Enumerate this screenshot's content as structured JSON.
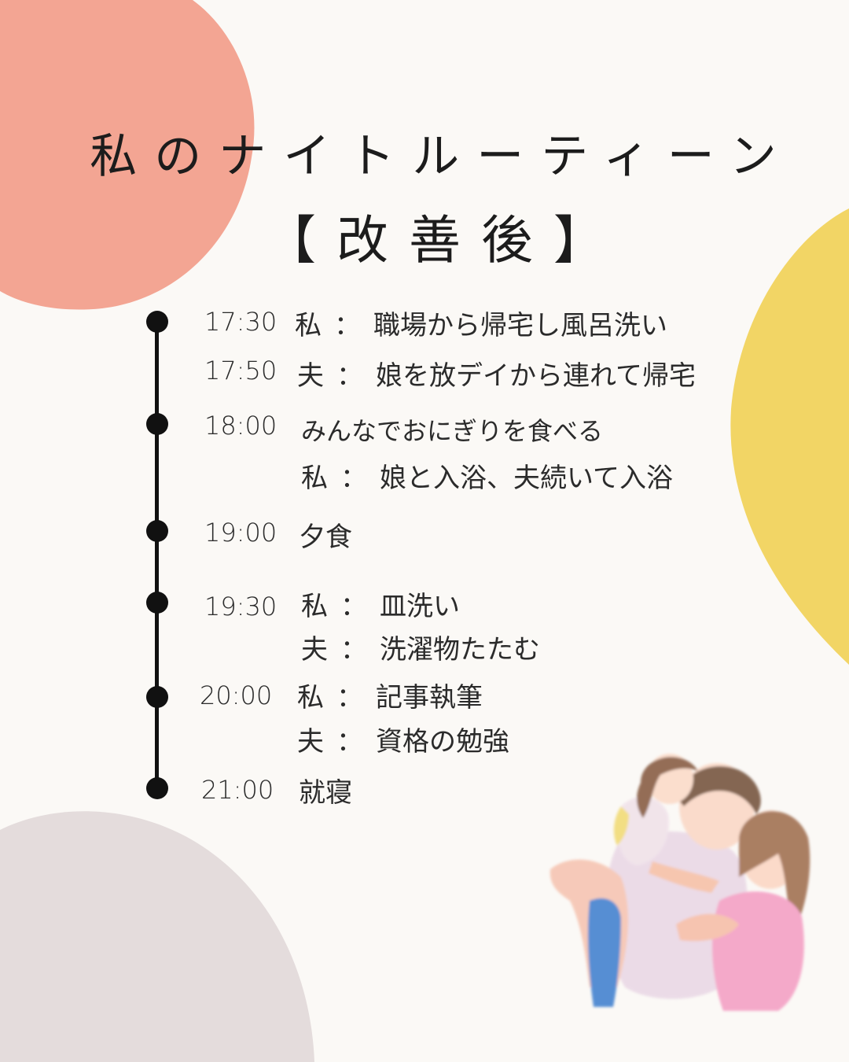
{
  "title": {
    "main": "私のナイトルーティーン",
    "sub": "【改善後】"
  },
  "colors": {
    "background": "#fbf9f6",
    "salmon": "#f3a593",
    "yellow": "#f2d565",
    "grey": "#e4dcdc",
    "line": "#111111"
  },
  "schedule": [
    {
      "time": "17:30",
      "lines": [
        {
          "who": "私",
          "sep": "：",
          "text": "職場から帰宅し風呂洗い"
        }
      ]
    },
    {
      "time": "17:50",
      "lines": [
        {
          "who": "夫",
          "sep": "：",
          "text": "娘を放デイから連れて帰宅"
        }
      ]
    },
    {
      "time": "18:00",
      "lines": [
        {
          "who": "",
          "sep": "",
          "text": "みんなでおにぎりを食べる"
        },
        {
          "who": "私",
          "sep": "：",
          "text": "娘と入浴、夫続いて入浴"
        }
      ]
    },
    {
      "time": "19:00",
      "lines": [
        {
          "who": "",
          "sep": "",
          "text": "夕食"
        }
      ]
    },
    {
      "time": "19:30",
      "lines": [
        {
          "who": "私",
          "sep": "：",
          "text": "皿洗い"
        },
        {
          "who": "夫",
          "sep": "：",
          "text": "洗濯物たたむ"
        }
      ]
    },
    {
      "time": "20:00",
      "lines": [
        {
          "who": "私",
          "sep": "：",
          "text": "記事執筆"
        },
        {
          "who": "夫",
          "sep": "：",
          "text": "資格の勉強"
        }
      ]
    },
    {
      "time": "21:00",
      "lines": [
        {
          "who": "",
          "sep": "",
          "text": "就寝"
        }
      ]
    }
  ],
  "illustration": {
    "subject": "watercolor-family-illustration"
  }
}
